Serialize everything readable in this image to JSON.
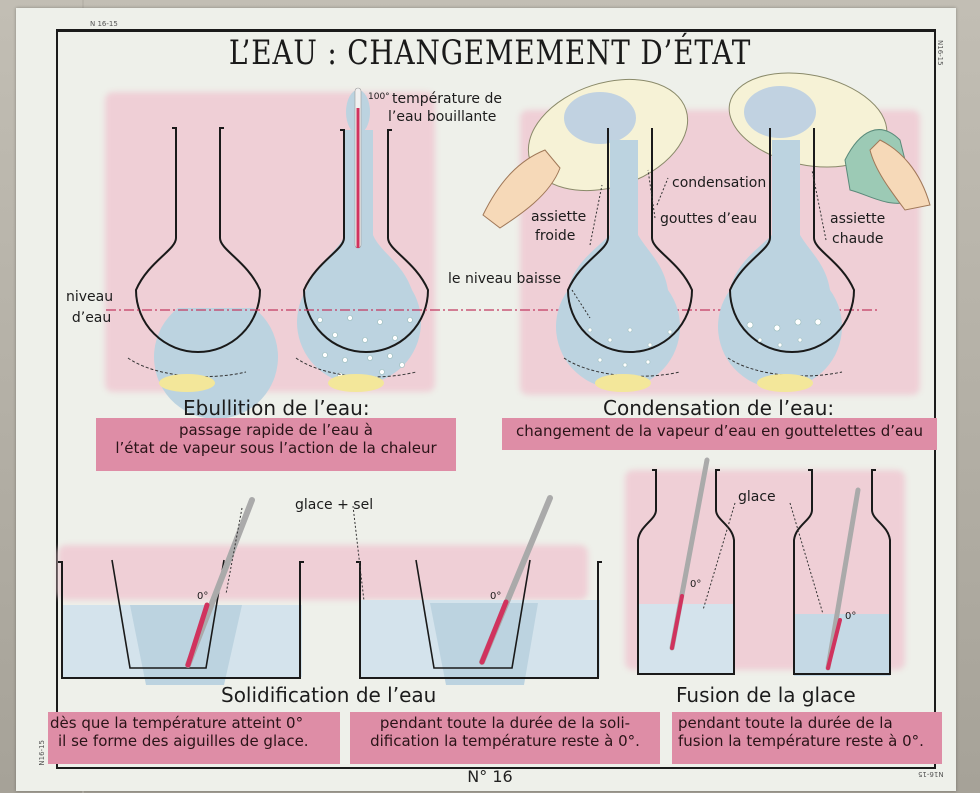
{
  "poster": {
    "title": "L’EAU : CHANGEMEMENT D’ÉTAT",
    "ref_code_top_left": "N 16-15",
    "ref_code_right": "N16-15",
    "ref_code_bottom_left": "N16-15",
    "ref_code_bottom_right": "N16-15",
    "plate_number": "N° 16",
    "colors": {
      "pink_band": "#de8da6",
      "pink_bg": "#efcfd6",
      "water_blue": "#bcd3e0",
      "thermometer_red": "#d0335e",
      "flame_yellow": "#f3e79a"
    }
  },
  "ebullition": {
    "label_water_level": "niveau\nd’eau",
    "label_water_level_1": "niveau",
    "label_water_level_2": "d’eau",
    "thermo_mark": "100°",
    "label_temp_1": "température de",
    "label_temp_2": "l’eau bouillante",
    "heading": "Ebullition de l’eau:",
    "desc_1": "passage rapide de l’eau à",
    "desc_2": "l’état de vapeur sous l’action de la chaleur"
  },
  "condensation": {
    "label_level_drops": "le niveau baisse",
    "label_cold_plate_1": "assiette",
    "label_cold_plate_2": "froide",
    "label_condensation": "condensation",
    "label_drops": "gouttes d’eau",
    "label_hot_plate_1": "assiette",
    "label_hot_plate_2": "chaude",
    "heading": "Condensation de l’eau:",
    "desc": "changement de la vapeur d’eau en gouttelettes d’eau"
  },
  "solidification": {
    "label_ice_salt": "glace + sel",
    "thermo_mark": "0°",
    "heading": "Solidification de l’eau",
    "desc_left_1": "dès que la température atteint 0°",
    "desc_left_2": "il se forme des aiguilles de glace.",
    "desc_right_1": "pendant toute la durée de la soli-",
    "desc_right_2": "dification la température reste à 0°."
  },
  "fusion": {
    "label_ice": "glace",
    "thermo_mark": "0°",
    "heading": "Fusion de la glace",
    "desc_1": "pendant toute la durée de la",
    "desc_2": "fusion la température reste à 0°."
  }
}
